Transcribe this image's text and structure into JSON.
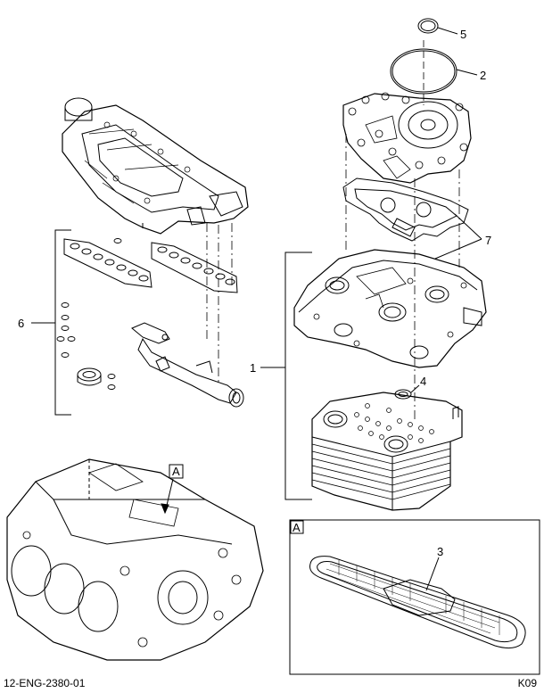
{
  "diagram": {
    "callouts": {
      "c1": "1",
      "c2": "2",
      "c3": "3",
      "c4": "4",
      "c5": "5",
      "c6": "6",
      "c7": "7"
    },
    "detail_tag_main": "A",
    "detail_tag_inset": "A"
  },
  "footer": {
    "code": "12-ENG-2380-01",
    "ref": "K09"
  }
}
